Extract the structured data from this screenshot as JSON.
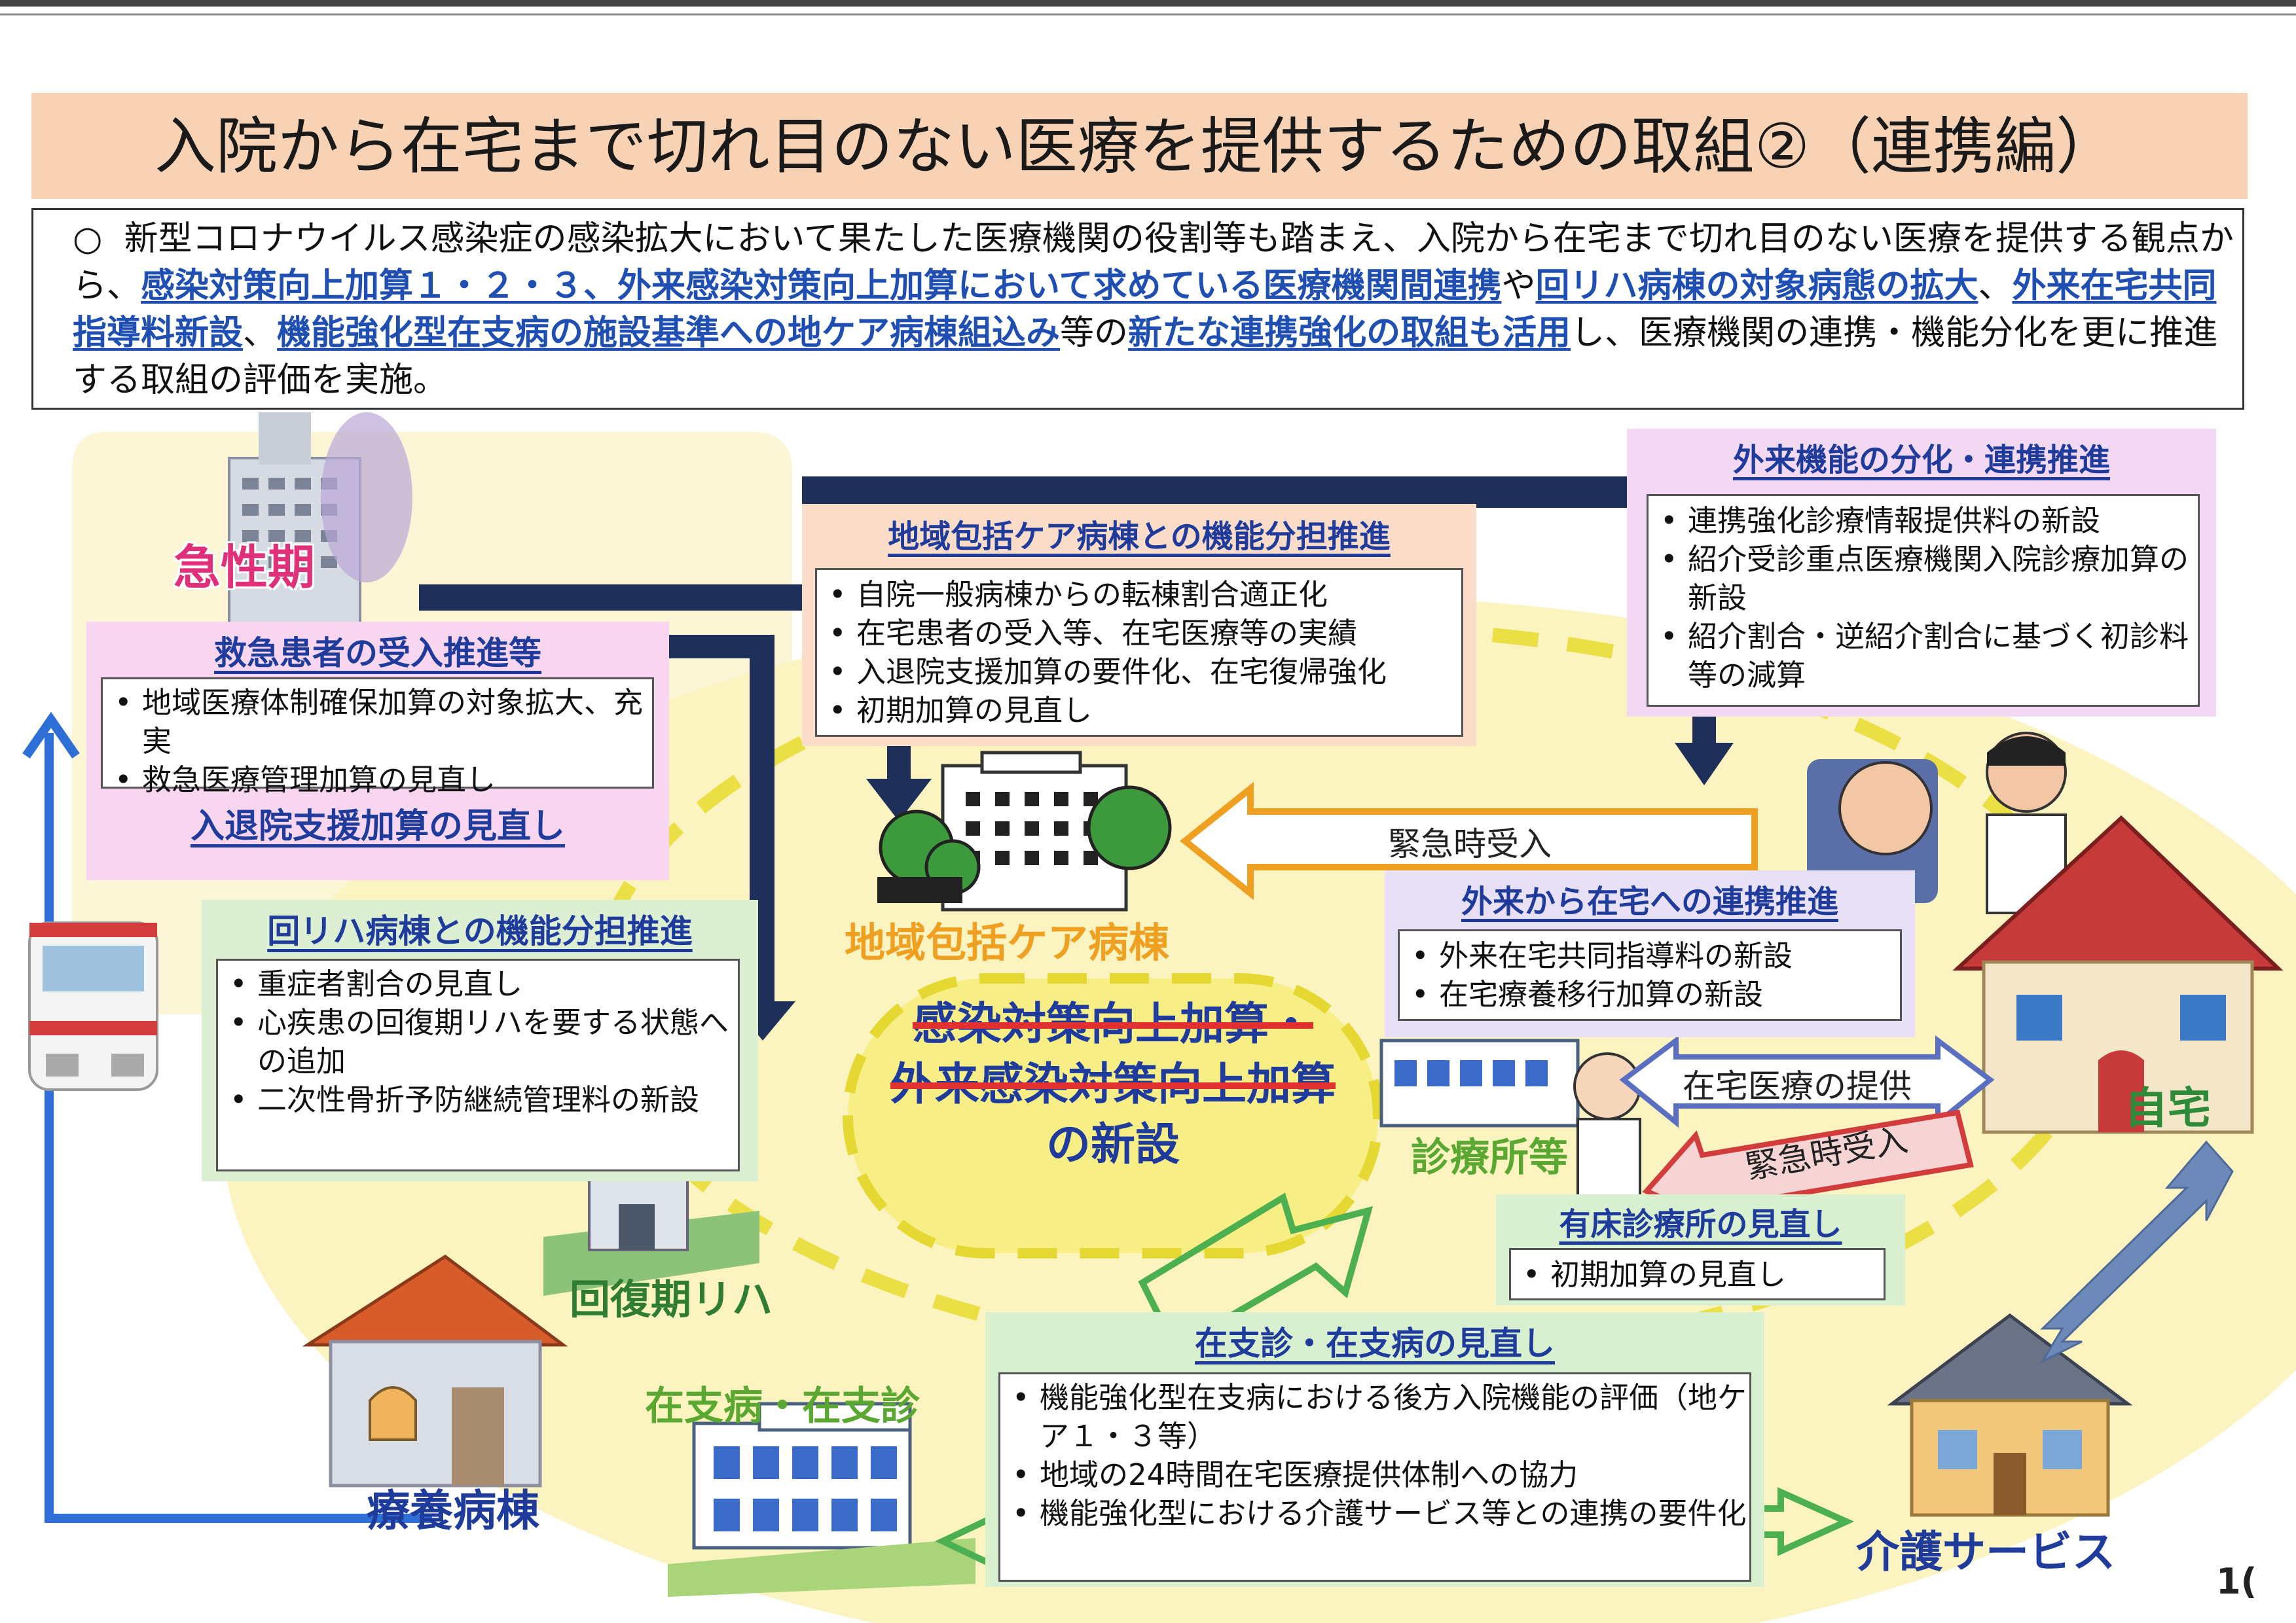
{
  "title": "入院から在宅まで切れ目のない医療を提供するための取組②（連携編）",
  "intro": {
    "bullet": "○",
    "t1": "新型コロナウイルス感染症の感染拡大において果たした医療機関の役割等も踏まえ、入院から在宅まで切れ目のない医療を提供する観点から、",
    "h1": "感染対策向上加算１・２・３、外来感染対策向上加算において求めている医療機関間連携",
    "t2": "や",
    "h2": "回リハ病棟の対象病態の拡大",
    "t3": "、",
    "h3": "外来在宅共同指導料新設",
    "t4": "、",
    "h4": "機能強化型在支病の施設基準への地ケア病棟組込み",
    "t5": "等の",
    "h5": "新たな連携強化の取組も活用",
    "t6": "し、医療機関の連携・機能分化を更に推進する取組の評価を実施。"
  },
  "labels": {
    "acute": "急性期",
    "community_care_ward": "地域包括ケア病棟",
    "recovery_rehab": "回復期リハ",
    "longterm_care_ward": "療養病棟",
    "home_support_hospital": "在支病・在支診",
    "clinic": "診療所等",
    "home": "自宅",
    "care_service": "介護サービス",
    "emergency_admission_1": "緊急時受入",
    "emergency_admission_2": "緊急時受入",
    "home_medical_provision": "在宅医療の提供",
    "page_number": "1("
  },
  "center": {
    "line1": "感染対策向上加算・",
    "line2": "外来感染対策向上加算",
    "line3": "の新設"
  },
  "boxes": {
    "emergency": {
      "heading": "救急患者の受入推進等",
      "items": [
        "地域医療体制確保加算の対象拡大、充実",
        "救急医療管理加算の見直し"
      ],
      "footer": "入退院支援加算の見直し"
    },
    "community": {
      "heading": "地域包括ケア病棟との機能分担推進",
      "items": [
        "自院一般病棟からの転棟割合適正化",
        "在宅患者の受入等、在宅医療等の実績",
        "入退院支援加算の要件化、在宅復帰強化",
        "初期加算の見直し"
      ]
    },
    "outpatient": {
      "heading": "外来機能の分化・連携推進",
      "items": [
        "連携強化診療情報提供料の新設",
        "紹介受診重点医療機関入院診療加算の新設",
        "紹介割合・逆紹介割合に基づく初診料等の減算"
      ]
    },
    "rehab": {
      "heading": "回リハ病棟との機能分担推進",
      "items": [
        "重症者割合の見直し",
        "心疾患の回復期リハを要する状態への追加",
        "二次性骨折予防継続管理料の新設"
      ]
    },
    "outpatient_home": {
      "heading": "外来から在宅への連携推進",
      "items": [
        "外来在宅共同指導料の新設",
        "在宅療養移行加算の新設"
      ]
    },
    "bed_clinic": {
      "heading": "有床診療所の見直し",
      "items": [
        "初期加算の見直し"
      ]
    },
    "home_support": {
      "heading": "在支診・在支病の見直し",
      "items": [
        "機能強化型在支病における後方入院機能の評価（地ケア１・３等）",
        "地域の24時間在宅医療提供体制への協力",
        "機能強化型における介護サービス等との連携の要件化"
      ]
    }
  },
  "colors": {
    "title_bg": "#f7d2b4",
    "heading_blue": "#1f3c9c",
    "acute_pink": "#e0307a",
    "green_label": "#5aa832",
    "orange_label": "#f0a020",
    "navy_arrow": "#1e2f5a",
    "center_blue": "#1f3c9c",
    "center_red_strike": "#e03030"
  }
}
